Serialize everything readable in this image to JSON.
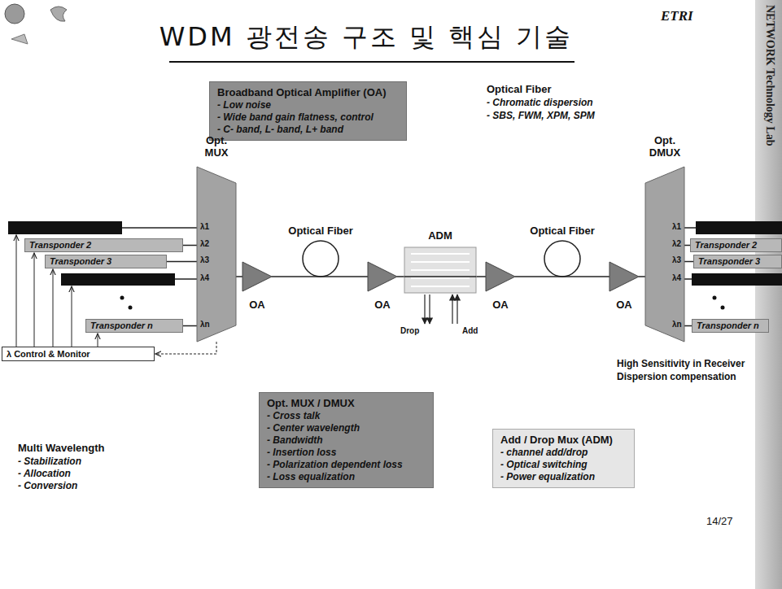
{
  "diagram": {
    "title": "WDM 광전송 구조 및 핵심 기술",
    "nodes": [
      {
        "text": [
          "Broadband Optical Amplifier (OA)",
          "- Low noise",
          "- Wide band gain flatness, control",
          "- C- band, L- band, L+ band"
        ]
      },
      {
        "text": [
          "Transponder 2"
        ]
      },
      {
        "text": [
          "Transponder 3"
        ]
      },
      {
        "text": [
          "Transponder n"
        ]
      },
      {
        "text": [
          "λ Control & Monitor"
        ]
      },
      {
        "text": [
          "Opt. MUX"
        ]
      },
      {
        "text": [
          "OA"
        ]
      },
      {
        "text": [
          "Optical Fiber"
        ]
      },
      {
        "text": [
          "OA"
        ]
      },
      {
        "text": [
          "ADM"
        ]
      },
      {
        "text": [
          "OA"
        ]
      },
      {
        "text": [
          "Optical Fiber"
        ]
      },
      {
        "text": [
          "OA"
        ]
      },
      {
        "text": [
          "Opt. DMUX"
        ]
      },
      {
        "text": [
          "Transponder 2"
        ]
      },
      {
        "text": [
          "Transponder 3"
        ]
      },
      {
        "text": [
          "Transponder n"
        ]
      },
      {
        "text": [
          "Opt. MUX / DMUX",
          "- Cross talk",
          "- Center wavelength",
          "- Bandwidth",
          "- Insertion loss",
          "- Polarization dependent loss",
          "- Loss equalization"
        ]
      },
      {
        "text": [
          "Add / Drop Mux (ADM)",
          "- channel add/drop",
          "- Optical switching",
          "- Power equalization"
        ]
      }
    ],
    "edges": [
      {
        "from": 1,
        "to": 5,
        "arrow": "none"
      },
      {
        "from": 2,
        "to": 5,
        "arrow": "none"
      },
      {
        "from": 3,
        "to": 5,
        "arrow": "none"
      },
      {
        "from": 5,
        "to": 6,
        "arrow": "none"
      },
      {
        "from": 6,
        "to": 7,
        "arrow": "none"
      },
      {
        "from": 7,
        "to": 8,
        "arrow": "none"
      },
      {
        "from": 8,
        "to": 9,
        "arrow": "none"
      },
      {
        "from": 9,
        "to": 10,
        "arrow": "none"
      },
      {
        "from": 10,
        "to": 11,
        "arrow": "none"
      },
      {
        "from": 11,
        "to": 12,
        "arrow": "none"
      },
      {
        "from": 12,
        "to": 13,
        "arrow": "none"
      },
      {
        "from": 13,
        "to": 14,
        "arrow": "none"
      },
      {
        "from": 13,
        "to": 15,
        "arrow": "none"
      },
      {
        "from": 13,
        "to": 16,
        "arrow": "none"
      },
      {
        "from": 4,
        "to": 1,
        "arrow": "to"
      },
      {
        "from": 4,
        "to": 2,
        "arrow": "to"
      },
      {
        "from": 4,
        "to": 3,
        "arrow": "to"
      },
      {
        "from": 5,
        "to": 4,
        "arrow": "to"
      }
    ],
    "labels": [
      "ETRI",
      "NETWORK Technology Lab",
      "Optical Fiber",
      "- Chromatic dispersion",
      "- SBS, FWM, XPM, SPM",
      "λ1",
      "λ2",
      "λ3",
      "λ4",
      "λn",
      "Drop",
      "Add",
      "λ1",
      "λ2",
      "λ3",
      "λ4",
      "λn",
      "High Sensitivity in Receiver",
      "Dispersion compensation",
      "Multi Wavelength",
      "- Stabilization",
      "- Allocation",
      "- Conversion",
      "14/27"
    ]
  }
}
